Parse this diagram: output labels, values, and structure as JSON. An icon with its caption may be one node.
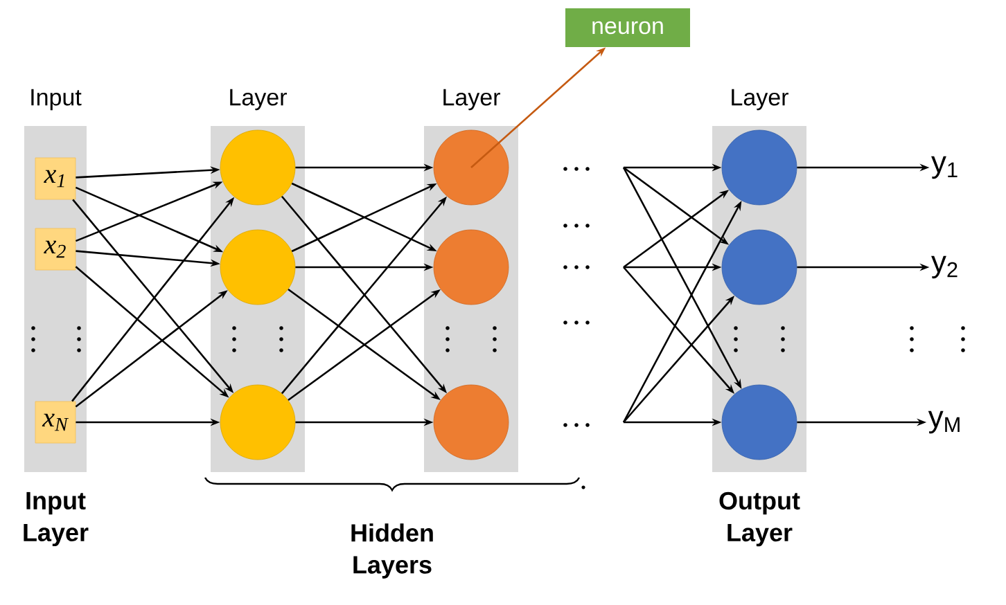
{
  "diagram": {
    "nodes": [
      {
        "text": [
          "Input",
          "Input Layer"
        ]
      },
      {
        "text": [
          "x$_{1}$"
        ],
        "in": 0
      },
      {
        "text": [
          "x$_{2}$"
        ],
        "in": 0
      },
      {
        "text": [
          "x$_{N}$"
        ],
        "in": 0
      },
      {
        "text": [
          "Layer"
        ]
      },
      {
        "text": [],
        "shape": "circle",
        "in": 4
      },
      {
        "text": [],
        "shape": "circle",
        "in": 4
      },
      {
        "text": [],
        "shape": "circle",
        "in": 4
      },
      {
        "text": [
          "Layer"
        ]
      },
      {
        "text": [],
        "shape": "circle",
        "in": 8
      },
      {
        "text": [],
        "shape": "circle",
        "in": 8
      },
      {
        "text": [],
        "shape": "circle",
        "in": 8
      },
      {
        "text": [
          "neuron"
        ]
      },
      {
        "text": [
          "Layer",
          "Output Layer"
        ]
      },
      {
        "text": [],
        "shape": "circle",
        "in": 13
      },
      {
        "text": [],
        "shape": "circle",
        "in": 13
      },
      {
        "text": [],
        "shape": "circle",
        "in": 13
      },
      {
        "text": [
          "y$_{1}$"
        ]
      },
      {
        "text": [
          "y$_{2}$"
        ]
      },
      {
        "text": [
          "y$_{M}$"
        ]
      }
    ],
    "edges": [
      {
        "from": 1,
        "to": 5,
        "arrow": "to"
      },
      {
        "from": 1,
        "to": 6,
        "arrow": "to"
      },
      {
        "from": 1,
        "to": 7,
        "arrow": "to"
      },
      {
        "from": 2,
        "to": 5,
        "arrow": "to"
      },
      {
        "from": 2,
        "to": 6,
        "arrow": "to"
      },
      {
        "from": 2,
        "to": 7,
        "arrow": "to"
      },
      {
        "from": 3,
        "to": 5,
        "arrow": "to"
      },
      {
        "from": 3,
        "to": 6,
        "arrow": "to"
      },
      {
        "from": 3,
        "to": 7,
        "arrow": "to"
      },
      {
        "from": 5,
        "to": 9,
        "arrow": "to"
      },
      {
        "from": 5,
        "to": 10,
        "arrow": "to"
      },
      {
        "from": 5,
        "to": 11,
        "arrow": "to"
      },
      {
        "from": 6,
        "to": 9,
        "arrow": "to"
      },
      {
        "from": 6,
        "to": 10,
        "arrow": "to"
      },
      {
        "from": 6,
        "to": 11,
        "arrow": "to"
      },
      {
        "from": 7,
        "to": 9,
        "arrow": "to"
      },
      {
        "from": 7,
        "to": 10,
        "arrow": "to"
      },
      {
        "from": 7,
        "to": 11,
        "arrow": "to"
      },
      {
        "from": 9,
        "to": 12,
        "arrow": "to",
        "color": "#c55a11"
      },
      {
        "from": null,
        "to": 14,
        "arrow": "to"
      },
      {
        "from": null,
        "to": 15,
        "arrow": "to"
      },
      {
        "from": null,
        "to": 16,
        "arrow": "to"
      },
      {
        "from": null,
        "to": 14,
        "arrow": "to"
      },
      {
        "from": null,
        "to": 15,
        "arrow": "to"
      },
      {
        "from": null,
        "to": 16,
        "arrow": "to"
      },
      {
        "from": null,
        "to": 14,
        "arrow": "to"
      },
      {
        "from": null,
        "to": 15,
        "arrow": "to"
      },
      {
        "from": null,
        "to": 16,
        "arrow": "to"
      },
      {
        "from": 14,
        "to": 17,
        "arrow": "to"
      },
      {
        "from": 15,
        "to": 18,
        "arrow": "to"
      },
      {
        "from": 16,
        "to": 19,
        "arrow": "to"
      }
    ],
    "labels": [
      "Hidden Layers"
    ]
  }
}
